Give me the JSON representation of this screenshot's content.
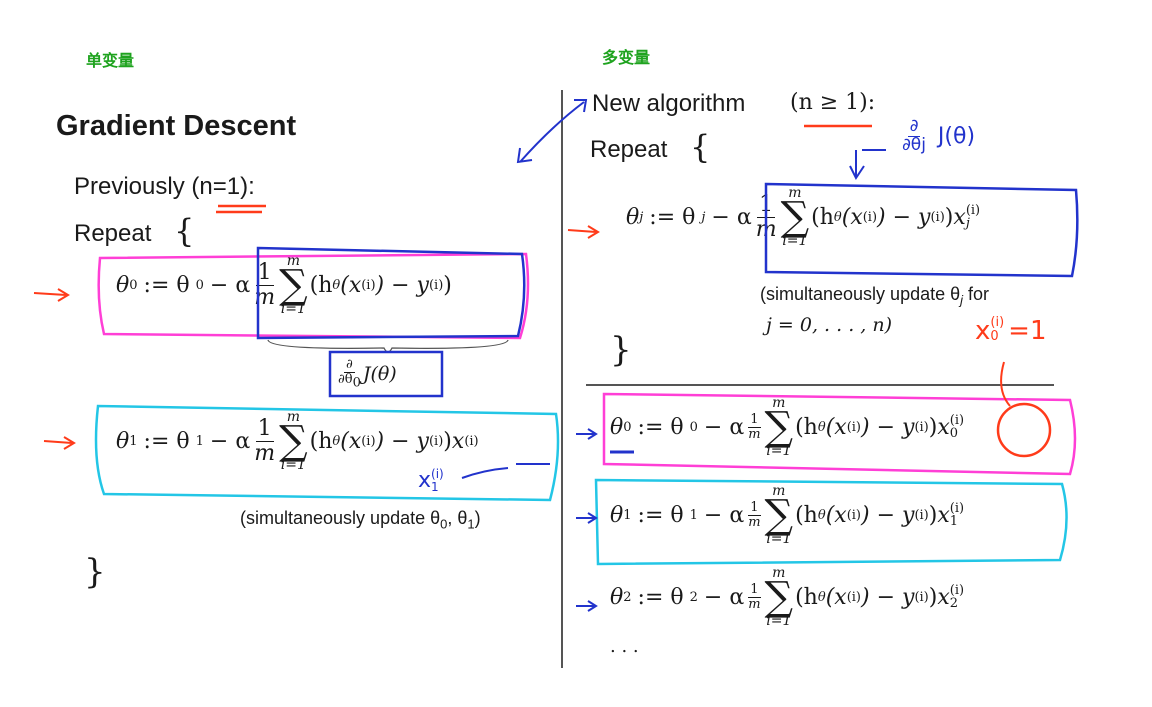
{
  "tags": {
    "left": "单变量",
    "right": "多变量"
  },
  "left": {
    "title": "Gradient Descent",
    "previously": "Previously (n=1):",
    "repeat": "Repeat",
    "brace_open": "{",
    "brace_close": "}",
    "eq0_lhs": "θ",
    "eq0_sub": "0",
    "eq0_mid": ":= θ",
    "eq0_mid_sub": "0",
    "eq0_alpha": "− α",
    "sum_upper": "m",
    "sum_lower": "i=1",
    "frac_num": "1",
    "frac_den": "m",
    "term": "(h",
    "term_sub": "θ",
    "term_x": "(x",
    "term_sup": "(i)",
    "term_rest": ") − y",
    "term_sup2": "(i)",
    "term_close": ")",
    "deriv_num": "∂",
    "deriv_den": "∂θ",
    "deriv_den_sub": "0",
    "deriv_rest": "J(θ)",
    "eq1_lhs": "θ",
    "eq1_sub": "1",
    "eq1_mid": ":= θ",
    "eq1_mid_sub": "1",
    "eq1_alpha": "− α",
    "eq1_x": "x",
    "eq1_x_sup": "(i)",
    "simul": "(simultaneously  update  θ",
    "simul_sub0": "0",
    "simul_comma": ", θ",
    "simul_sub1": "1",
    "simul_close": ")"
  },
  "right": {
    "new_algo": "New algorithm",
    "cond": "(n ≥ 1):",
    "repeat": "Repeat",
    "brace_open": "{",
    "brace_close": "}",
    "eqj_lhs": "θ",
    "eqj_sub": "j",
    "eqj_mid": ":= θ",
    "eqj_mid_sub": "j",
    "eqj_alpha": "− α",
    "eqj_x": "x",
    "eqj_x_sup": "(i)",
    "eqj_x_sub": "j",
    "simul": "(simultaneously  update  θ",
    "simul_sub": "j",
    "simul_for": " for",
    "range": "j = 0, . . . , n)",
    "eq0_sub": "0",
    "eq1_sub": "1",
    "eq2_sub": "2",
    "ellipsis": ". . .",
    "handwrite_deriv_num": "∂",
    "handwrite_deriv_den": "∂θj",
    "handwrite_J": "J(θ)",
    "handwrite_x0": "x",
    "handwrite_x0_sup": "(i)",
    "handwrite_x0_sub": "0",
    "handwrite_x0_eq": "=1"
  },
  "annot": {
    "x1": "x",
    "x1_sup": "(i)",
    "x1_sub": "1"
  },
  "colors": {
    "pink": "#ff3fd6",
    "blue": "#2233cc",
    "cyan": "#23c6e6",
    "red": "#ff3b1a",
    "green": "#1fa31f"
  }
}
